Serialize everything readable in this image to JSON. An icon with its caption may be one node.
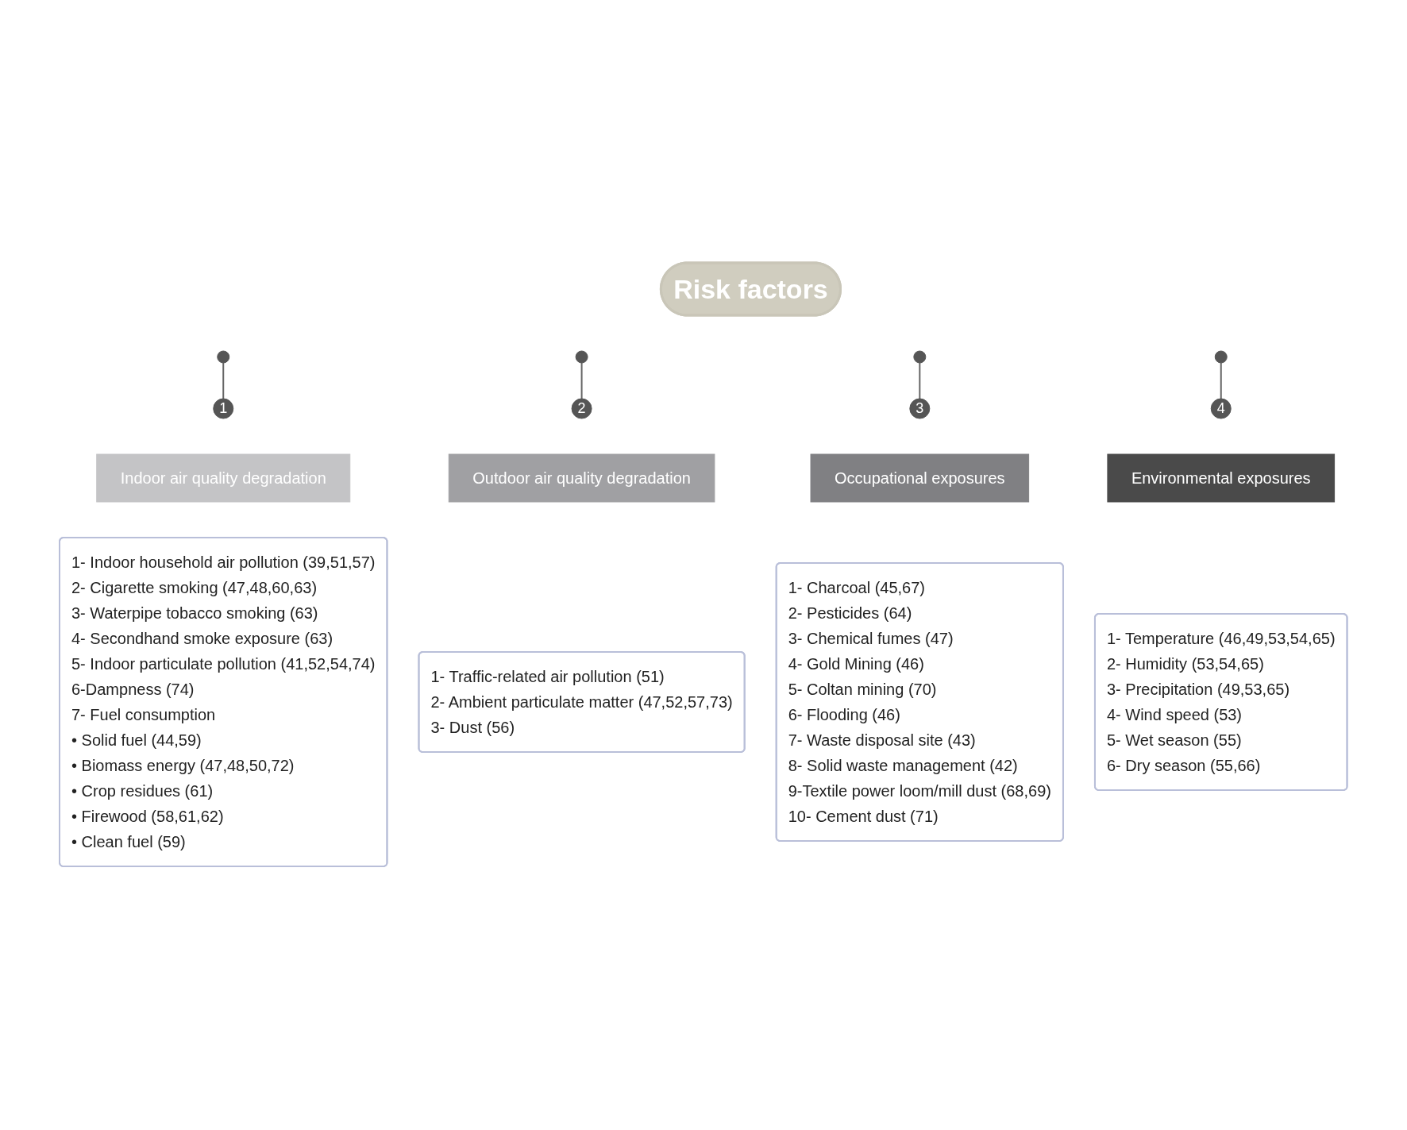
{
  "diagram": {
    "nodes": [
      {
        "text": [
          "Risk factors"
        ]
      },
      {
        "text": [],
        "shape": "circle"
      },
      {
        "text": [],
        "shape": "circle"
      },
      {
        "text": [],
        "shape": "circle"
      },
      {
        "text": [],
        "shape": "circle"
      },
      {
        "text": [
          "1"
        ]
      },
      {
        "text": [
          "2"
        ]
      },
      {
        "text": [
          "3"
        ]
      },
      {
        "text": [
          "4"
        ]
      },
      {
        "text": [
          "Indoor air quality degradation"
        ]
      },
      {
        "text": [
          "Outdoor air quality degradation"
        ]
      },
      {
        "text": [
          "Occupational exposures"
        ]
      },
      {
        "text": [
          "Environmental exposures"
        ]
      },
      {
        "text": [
          "1- Indoor household air pollution (39,51,57)",
          "2- Cigarette smoking (47,48,60,63)",
          "3- Waterpipe tobacco smoking (63)",
          "4- Secondhand smoke exposure (63)",
          "5- Indoor particulate pollution (41,52,54,74)",
          "6-Dampness (74)",
          "7- Fuel consumption",
          "• Solid fuel (44,59)",
          "• Biomass energy (47,48,50,72)",
          "• Crop residues (61)",
          "• Firewood (58,61,62)",
          "• Clean fuel (59)"
        ]
      },
      {
        "text": [
          "1- Traffic-related air pollution (51)",
          "2- Ambient particulate matter (47,52,57,73)",
          "3- Dust (56)"
        ]
      },
      {
        "text": [
          "1- Charcoal (45,67)",
          "2- Pesticides (64)",
          "3- Chemical fumes (47)",
          "4- Gold Mining (46)",
          "5- Coltan mining (70)",
          "6- Flooding (46)",
          "7- Waste disposal site (43)",
          "8- Solid waste management (42)",
          "9-Textile power loom/mill dust (68,69)",
          "10- Cement dust (71)"
        ]
      },
      {
        "text": [
          "1- Temperature (46,49,53,54,65)",
          "2- Humidity (53,54,65)",
          "3- Precipitation (49,53,65)",
          "4- Wind speed (53)",
          "5- Wet season (55)",
          "6- Dry season (55,66)"
        ]
      }
    ],
    "edges": [
      {
        "from": 1,
        "to": 5,
        "arrow": "none"
      },
      {
        "from": 2,
        "to": 6,
        "arrow": "none"
      },
      {
        "from": 3,
        "to": 7,
        "arrow": "none"
      },
      {
        "from": 4,
        "to": 8,
        "arrow": "none"
      }
    ]
  }
}
